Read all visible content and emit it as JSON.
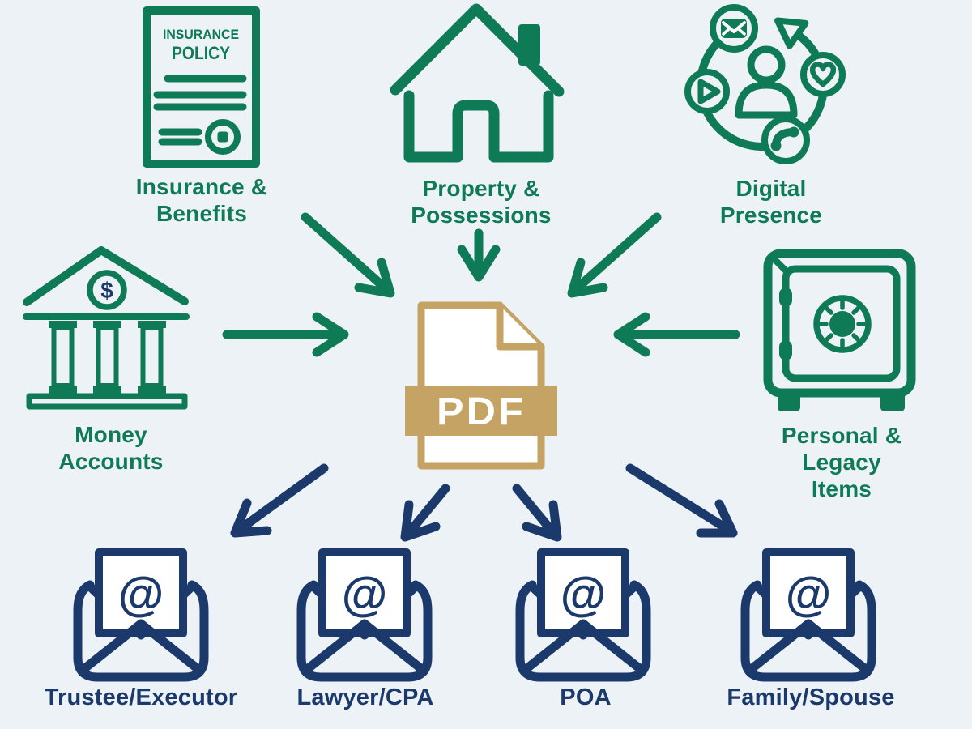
{
  "colors": {
    "green": "#0F7A56",
    "navy": "#1B3A6B",
    "gold": "#C4A364",
    "bg": "#EDF2F6"
  },
  "center": {
    "file_label": "PDF"
  },
  "sources": {
    "insurance": {
      "label": "Insurance &\nBenefits",
      "doc_title_line1": "INSURANCE",
      "doc_title_line2": "POLICY"
    },
    "property": {
      "label": "Property &\nPossessions"
    },
    "digital": {
      "label": "Digital\nPresence"
    },
    "money": {
      "label": "Money\nAccounts",
      "currency_symbol": "$"
    },
    "personal": {
      "label": "Personal &\nLegacy Items"
    }
  },
  "recipients": {
    "trustee": {
      "label": "Trustee/Executor",
      "at_symbol": "@"
    },
    "lawyer": {
      "label": "Lawyer/CPA",
      "at_symbol": "@"
    },
    "poa": {
      "label": "POA",
      "at_symbol": "@"
    },
    "family": {
      "label": "Family/Spouse",
      "at_symbol": "@"
    }
  }
}
